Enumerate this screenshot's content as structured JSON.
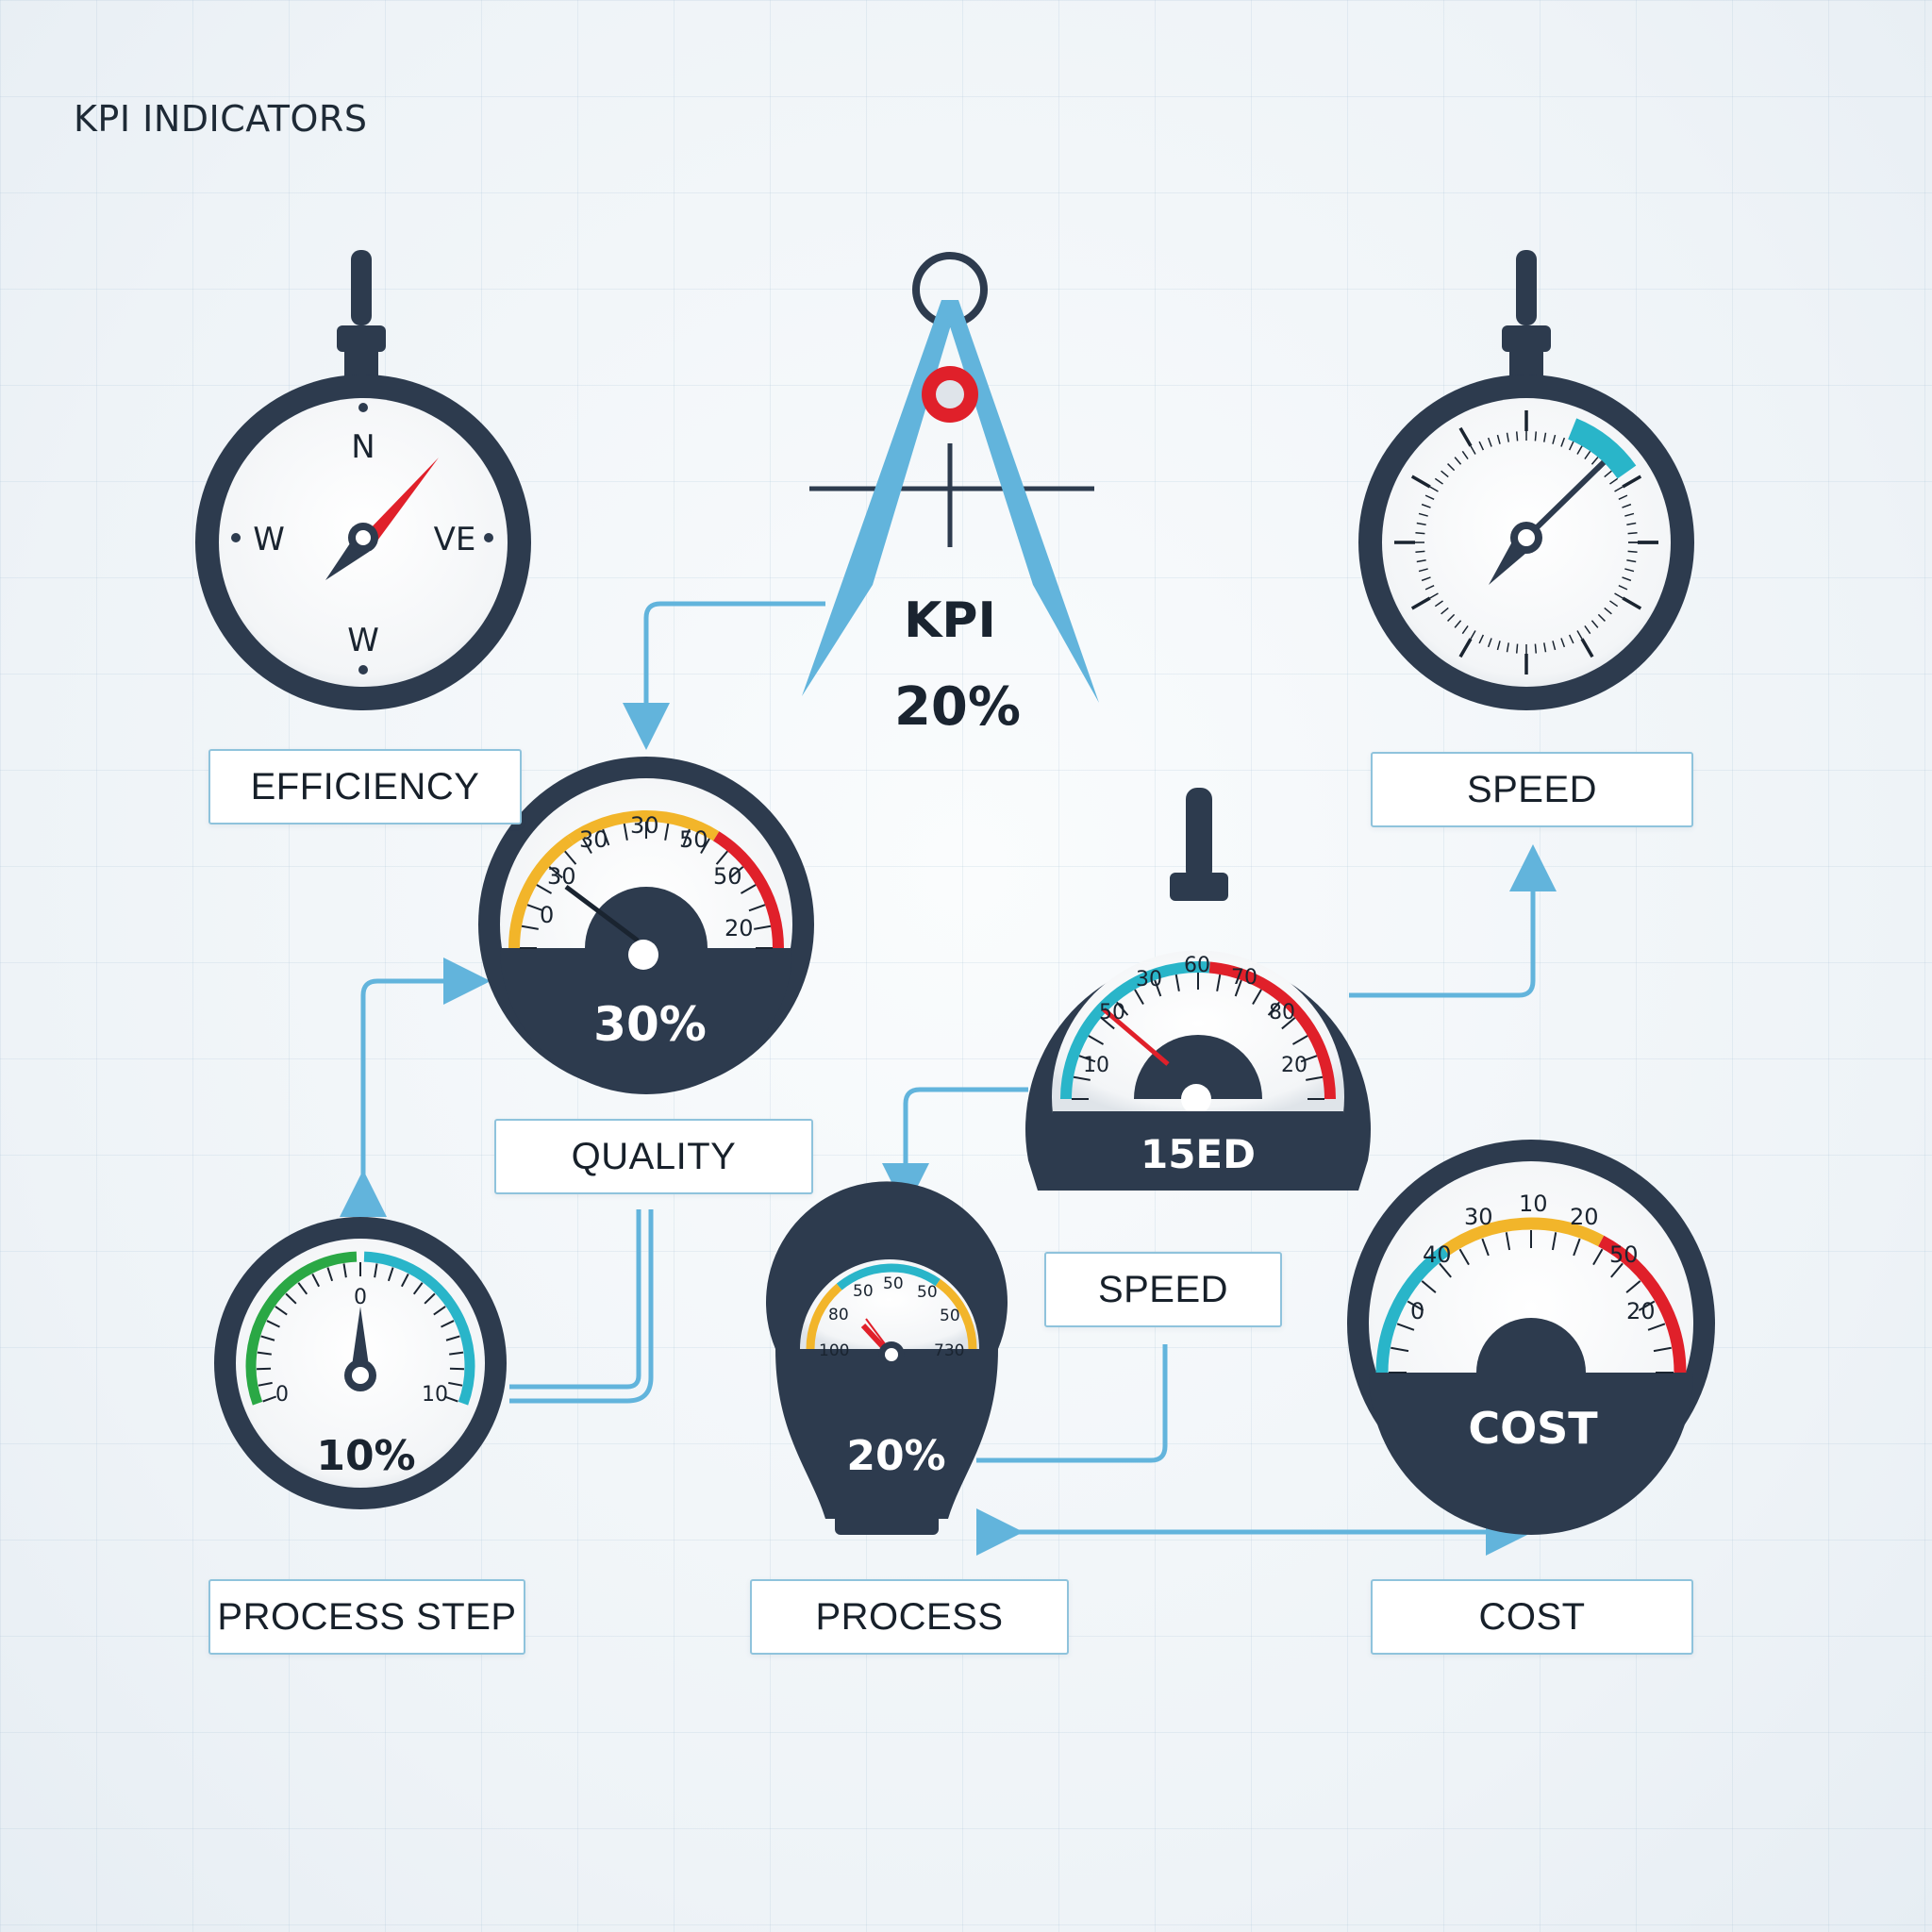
{
  "page": {
    "title": "KPI INDICATORS"
  },
  "labels": {
    "efficiency": "EFFICIENCY",
    "speed_top": "SPEED",
    "quality": "QUALITY",
    "speed_mid": "SPEED",
    "process_step": "PROCESS STEP",
    "process": "PROCESS",
    "cost": "COST"
  },
  "compass_gauge": {
    "north": "N",
    "west": "W",
    "east": "VE",
    "south": "W"
  },
  "kpi_compass": {
    "label": "KPI",
    "value": "20%"
  },
  "quality_gauge": {
    "value": "30%",
    "ticks": [
      "0",
      "30",
      "30",
      "30",
      "50",
      "50",
      "20"
    ]
  },
  "speed_gauge": {
    "value": "15ED",
    "ticks": [
      "10",
      "50",
      "30",
      "60",
      "70",
      "80",
      "20"
    ]
  },
  "step_gauge": {
    "value": "10%",
    "ticks": [
      "0",
      "0",
      "10"
    ]
  },
  "process_gauge": {
    "value": "20%",
    "ticks": [
      "100",
      "80",
      "50",
      "50",
      "50",
      "50",
      "730"
    ]
  },
  "cost_gauge": {
    "value": "COST",
    "ticks": [
      "0",
      "40",
      "30",
      "10",
      "20",
      "50",
      "20"
    ]
  },
  "colors": {
    "dark": "#2d3b4e",
    "accent_blue": "#62b4dc",
    "red": "#e0202a",
    "amber": "#f2b52a",
    "teal": "#29b5c9",
    "green": "#2aa845"
  }
}
